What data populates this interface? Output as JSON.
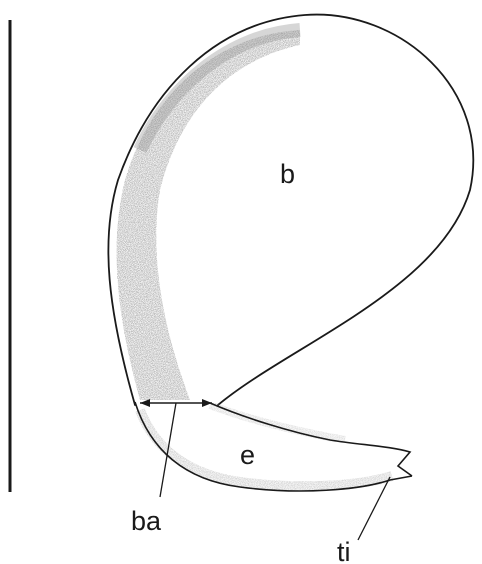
{
  "figure": {
    "labels": {
      "bulb": "b",
      "embolus": "e",
      "base": "ba",
      "tip": "ti"
    },
    "colors": {
      "outline": "#1a1a1a",
      "stipple": "#9a9a9a",
      "background": "#ffffff"
    }
  }
}
